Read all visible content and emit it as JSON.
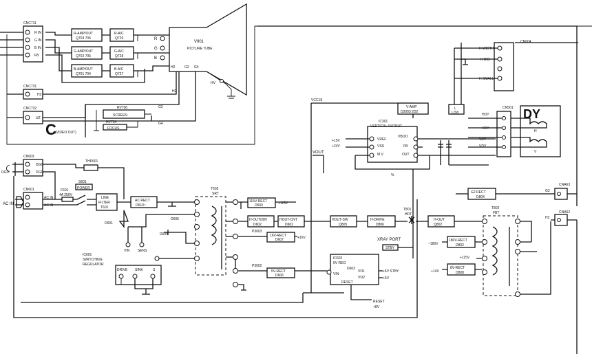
{
  "crt": {
    "cnc711": "CNC711",
    "pins": [
      "R",
      "G",
      "B",
      "FB"
    ],
    "r_in": "R IN",
    "g_in": "G IN",
    "b_in": "B IN",
    "fb": "FB",
    "r_amp": "R-AMP/OUT",
    "r_amp_q": "Q703 706",
    "g_amp": "G-AMP/OUT",
    "g_amp_q": "Q702 705",
    "b_amp": "B-AMP/OUT",
    "b_amp_q": "Q701 704",
    "r_ac": "R-A/C",
    "r_ac_q": "Q729",
    "g_ac": "G-A/C",
    "g_ac_q": "Q728",
    "b_ac": "B-A/C",
    "b_ac_q": "Q727",
    "tube": "V901",
    "tube_label": "PICTURE TUBE",
    "lr": "R",
    "lg": "G",
    "lb": "B",
    "h2": "H2",
    "g2": "G2",
    "g4": "G4",
    "hv": "HV",
    "cnc731": "CNC731",
    "cnc732": "CNC732",
    "uz": "UZ",
    "h2b": "H2",
    "rv": "RV700",
    "screen": "SCREEN",
    "focus_hv": "HV704",
    "focus": "FOCUS",
    "c_letter": "C",
    "c_sub": "(VIDEO OUT)"
  },
  "power": {
    "cn603": "CN603",
    "degc": "DGC",
    "degc1": "DGC",
    "degc2": "DGC",
    "thp": "THP601",
    "cn601": "CN601",
    "acin": "AC IN",
    "ac_in1": "AC IN",
    "ac_in2": "AC IN",
    "fuse": "F601",
    "fuse_val": "4A 250V",
    "sw": "S601",
    "sw_label": "POWER",
    "line_filter": "LINE",
    "filter_2": "FILTER",
    "t601": "T601",
    "ac_rect": "AC RECT",
    "ac_rect_d": "D610~",
    "d601": "D601",
    "ic": "IC601",
    "ic_l1": "SWITCHING",
    "ic_l2": "REGULATOR",
    "vin": "VIN",
    "sens": "SENS",
    "drive": "DRIVE",
    "sink": "SINK",
    "s": "S",
    "t602": "T602",
    "sr": "SRT",
    "d605": "D605",
    "d604": "D604",
    "rect115": "115V-RECT",
    "rect115_d": "D603",
    "v115": "+115V",
    "hout": "H-OUT/28V",
    "hout_d": "D602",
    "hout_cnt": "HOUT-CNT",
    "hout_cnt_d": "D602",
    "p3003": "P3003",
    "rect16": "16V-RECT",
    "rect16_d": "D607",
    "v16": "+16V",
    "p3002": "P3002",
    "rect5": "5V-RECT",
    "rect5_d": "D606",
    "ic602": "IC602",
    "reg5": "5V REG",
    "vin2": "VIN",
    "d603": "D603",
    "vo1": "VO1",
    "vo2": "VO2",
    "v5stby": "+5V STBY",
    "v5": "+5V",
    "reset": "RESET",
    "reset2": "RESET",
    "v8": "+8V",
    "xray": "XRAY PORT",
    "stby": "STBY"
  },
  "deflection": {
    "vcc18": "VCC18",
    "vamp": "V-AMP",
    "vamp_d": "D2003 2D2",
    "ic301": "IC301",
    "vout_label": "VERTICAL OUTPUT",
    "p15v": "+15V",
    "vref": "VREF",
    "p24v": "+24V",
    "vss": "VSS",
    "mv": "M V",
    "vboo": "VBOO",
    "fb": "FB",
    "out": "OUT",
    "vout": "VOUT",
    "pct": "%",
    "hout_sw": "HOUT-SW",
    "hout_sw_d": "Q805",
    "hdrive": "H-DRIVE",
    "hdrive_d": "D806",
    "t801": "T801",
    "hdt": "HDT",
    "hout2": "H-OUT",
    "hout2_d": "Q802",
    "g2rect": "G2 RECT",
    "g2rect_d": "D804",
    "t802": "T802",
    "fbt": "FBT",
    "rect180": "180V-RECT",
    "rect180_d": "D802",
    "v180": "~180V",
    "v115b": "+115V",
    "rect8": "8V-RECT",
    "rect8_d": "D808",
    "v14": "+14V",
    "g2": "G2",
    "h2": "H2",
    "cna63": "CNA63",
    "cna62": "CNA62"
  },
  "yoke": {
    "cn604": "CN604",
    "hwidth": "H WIDTH",
    "hbig": "H BIG",
    "hsmall": "H SMALL",
    "cn501": "CN501",
    "l": "L",
    "l_sub": "L/Sh",
    "hdy": "HDY",
    "hdy1": "HDY",
    "vdy": "VDY",
    "vdy1": "VDY",
    "dy": "DY",
    "coil_h": "H",
    "coil_v": "V"
  }
}
